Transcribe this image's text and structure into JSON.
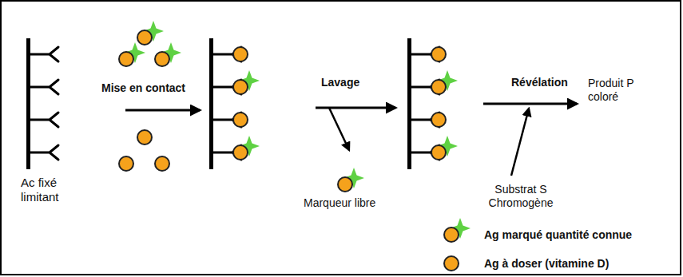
{
  "diagram": {
    "labels": [
      "Ac fixé limitant",
      "Mise en contact",
      "Lavage",
      "Marqueur libre",
      "Révélation",
      "Produit P coloré",
      "Substrat S Chromogène"
    ],
    "legend": [
      {
        "text": "Ag marqué quantité connue"
      },
      {
        "text": "Ag à doser (vitamine D)"
      }
    ]
  }
}
